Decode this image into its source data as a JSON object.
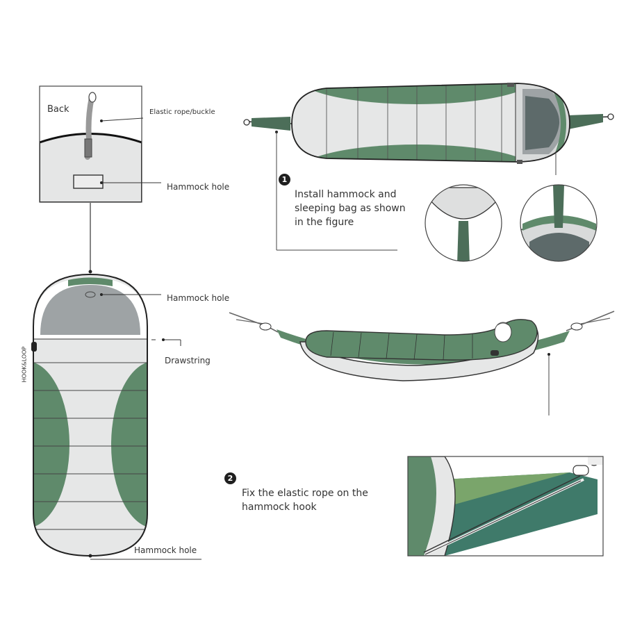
{
  "labels": {
    "back": "Back",
    "elastic_rope_buckle": "Elastic rope/buckle",
    "hammock_hole_top": "Hammock hole",
    "hammock_hole_middle": "Hammock hole",
    "drawstring": "Drawstring",
    "hook_loop": "HOOK&LOOP",
    "hammock_hole_bottom": "Hammock hole"
  },
  "steps": [
    {
      "number": "1",
      "text_line1": "Install hammock and",
      "text_line2": "sleeping bag as shown",
      "text_line3": "in the figure"
    },
    {
      "number": "2",
      "text_line1": "Fix the elastic rope on the",
      "text_line2": "hammock  hook"
    }
  ],
  "colors": {
    "green": "#5f8a6b",
    "dark_green": "#3f6650",
    "light_gray": "#e6e7e7",
    "mid_gray": "#a9adaf",
    "dark_gray": "#6f7677",
    "line": "#333333"
  }
}
